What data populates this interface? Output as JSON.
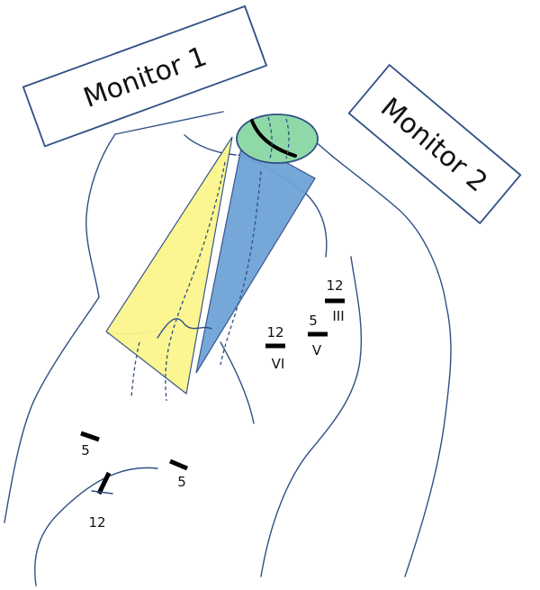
{
  "monitors": {
    "monitor_1": "Monitor 1",
    "monitor_2": "Monitor 2"
  },
  "labels": {
    "label_12_a": "12",
    "label_5_a": "5",
    "label_III": "III",
    "label_12_b": "12",
    "label_VI": "VI",
    "label_V": "V",
    "label_5_b": "5",
    "label_5_c": "5",
    "label_12_c": "12"
  },
  "colors": {
    "outline": "#2f4f86",
    "yellow_cone": "#fbf68c",
    "blue_cone": "#6fa3d8",
    "green_cap": "#8fd9a8"
  }
}
